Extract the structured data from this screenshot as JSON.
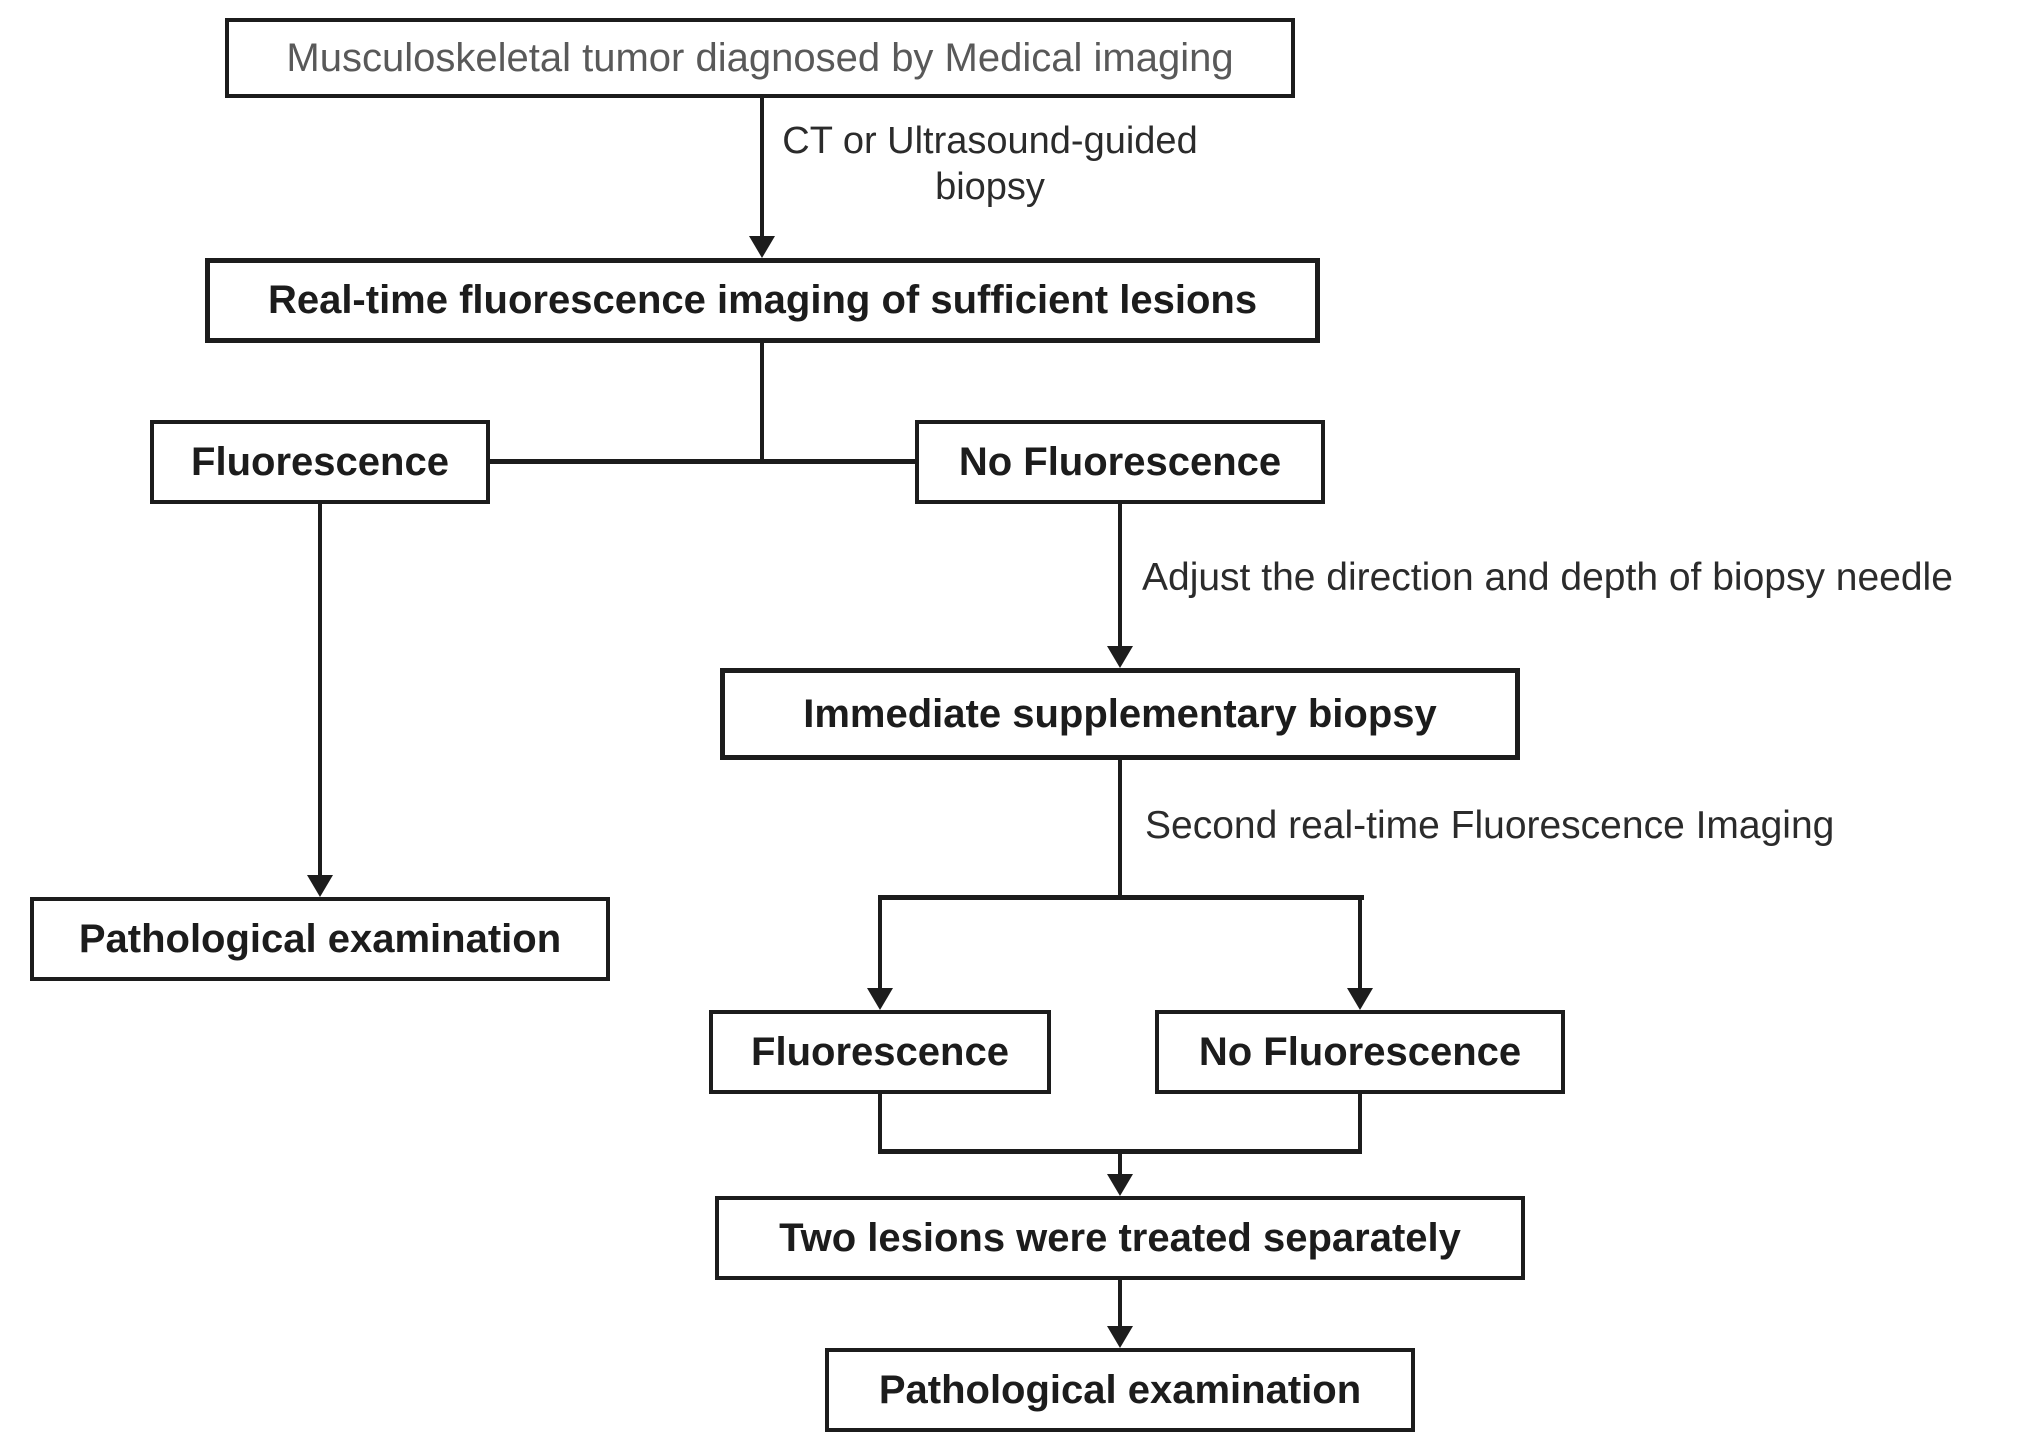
{
  "flowchart": {
    "nodes": {
      "start": {
        "label": "Musculoskeletal tumor diagnosed by Medical imaging"
      },
      "realtime_imaging": {
        "label": "Real-time fluorescence imaging of sufficient lesions"
      },
      "fluorescence_1": {
        "label": "Fluorescence"
      },
      "no_fluorescence_1": {
        "label": "No Fluorescence"
      },
      "pathological_examination_left": {
        "label": "Pathological examination"
      },
      "immediate_supplementary_biopsy": {
        "label": "Immediate supplementary biopsy"
      },
      "fluorescence_2": {
        "label": "Fluorescence"
      },
      "no_fluorescence_2": {
        "label": "No Fluorescence"
      },
      "two_lesions": {
        "label": "Two lesions were treated separately"
      },
      "pathological_examination_bottom": {
        "label": "Pathological examination"
      }
    },
    "edge_labels": {
      "ct_biopsy_line1": "CT or Ultrasound-guided",
      "ct_biopsy_line2": "biopsy",
      "adjust_needle": "Adjust the direction and depth of biopsy needle",
      "second_imaging": "Second real-time Fluorescence Imaging"
    },
    "colors": {
      "line": "#1c1c1c",
      "box_border": "#1c1c1c",
      "box_background": "#ffffff",
      "start_text": "#595959",
      "node_text": "#1c1c1c",
      "edge_label_text": "#2b2b2b",
      "page_background": "#ffffff"
    }
  }
}
